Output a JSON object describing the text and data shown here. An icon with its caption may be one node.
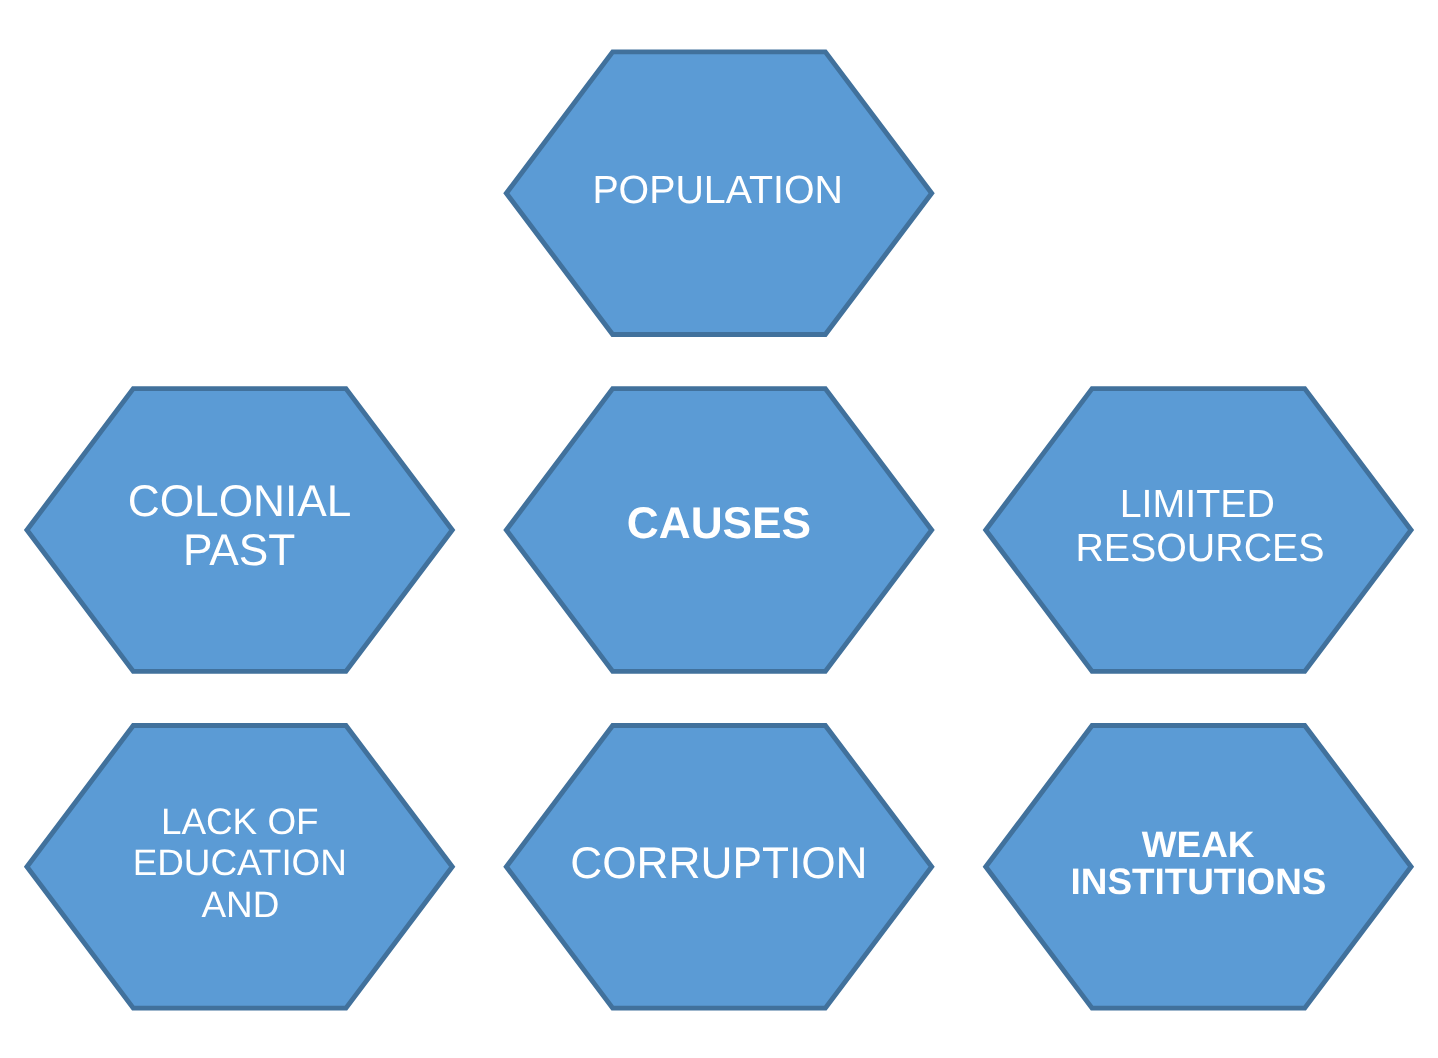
{
  "diagram": {
    "nodes": [
      {
        "text": [
          "POPULATION"
        ]
      },
      {
        "text": [
          "COLONIAL PAST"
        ]
      },
      {
        "text": [
          "LIMITED RESOURCES"
        ]
      },
      {
        "text": [
          "CAUSES"
        ]
      },
      {
        "text": [
          "LACK OF EDUCATION AND"
        ]
      },
      {
        "text": [
          "WEAK INSTITUTIONS"
        ]
      },
      {
        "text": [
          "CORRUPTION"
        ]
      }
    ],
    "edges": []
  }
}
